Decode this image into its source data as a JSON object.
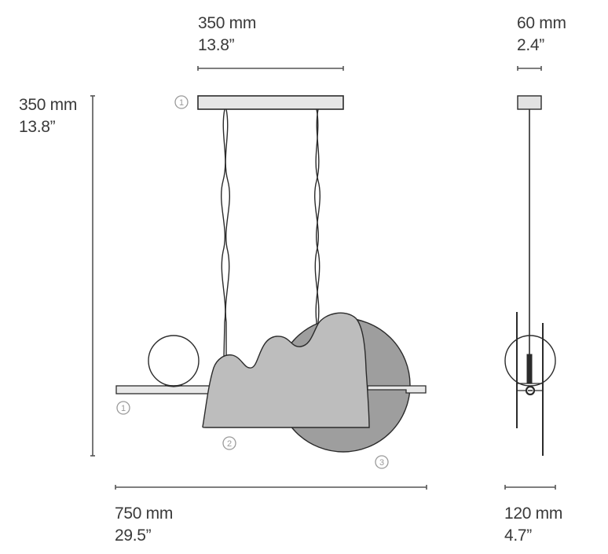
{
  "diagram": {
    "type": "pendant-lamp-dimension-drawing",
    "colors": {
      "background": "#ffffff",
      "outline": "#2b2b2b",
      "dimension_line": "#555555",
      "text": "#3a3a3a",
      "canopy_fill": "#e6e6e6",
      "shelf_fill": "#e8e8e8",
      "mountain_fill": "#bdbdbd",
      "disc_fill": "#9e9e9e",
      "callout": "#9a9a9a"
    },
    "dimensions": {
      "canopy_width": {
        "mm": "350 mm",
        "inch": "13.8”"
      },
      "side_canopy_depth": {
        "mm": "60 mm",
        "inch": "2.4”"
      },
      "height": {
        "mm": "350 mm",
        "inch": "13.8”"
      },
      "total_width": {
        "mm": "750 mm",
        "inch": "29.5”"
      },
      "side_width": {
        "mm": "120 mm",
        "inch": "4.7”"
      }
    },
    "callouts": [
      {
        "id": "canopy",
        "label": "①"
      },
      {
        "id": "shelf",
        "label": "①"
      },
      {
        "id": "mountain-panel",
        "label": "②"
      },
      {
        "id": "disc",
        "label": "③"
      }
    ],
    "views": [
      "front-view",
      "side-view"
    ]
  }
}
